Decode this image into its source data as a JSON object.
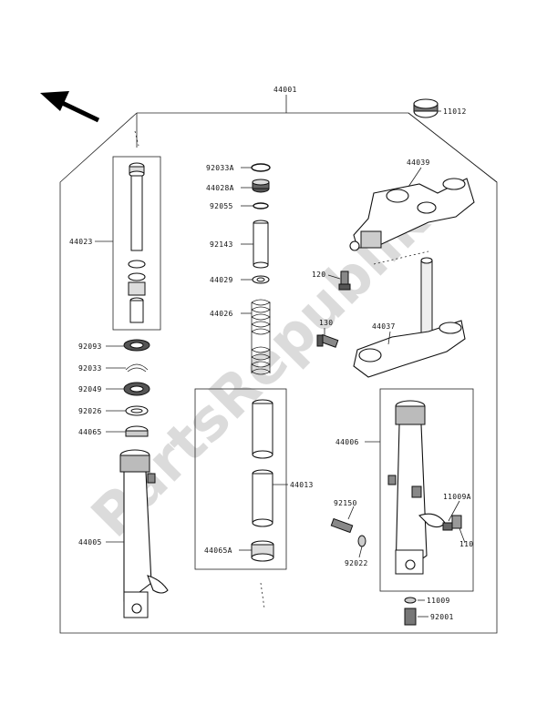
{
  "watermark": "PartsRepublik",
  "labels": {
    "l44001": "44001",
    "l11012": "11012",
    "l44039": "44039",
    "l92033A": "92033A",
    "l44028A": "44028A",
    "l92055": "92055",
    "l92143": "92143",
    "l44029": "44029",
    "l44026": "44026",
    "l44023": "44023",
    "l120": "120",
    "l130": "130",
    "l44037": "44037",
    "l92093": "92093",
    "l92033": "92033",
    "l92049": "92049",
    "l92026": "92026",
    "l44065": "44065",
    "l44006": "44006",
    "l44013": "44013",
    "l92150": "92150",
    "l11009A": "11009A",
    "l110": "110",
    "l44005": "44005",
    "l44065A": "44065A",
    "l92022": "92022",
    "l11009": "11009",
    "l92001": "92001"
  }
}
